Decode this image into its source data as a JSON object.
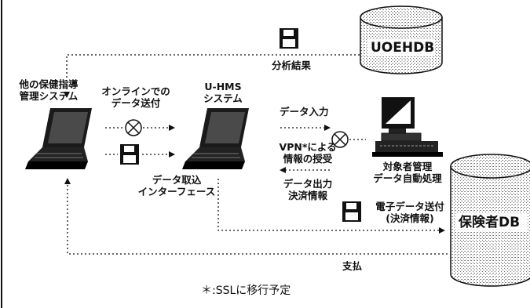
{
  "nodes": {
    "other_system": {
      "line1": "他の保健指導",
      "line2": "管理システム"
    },
    "uhms": {
      "line1": "U-HMS",
      "line2": "システム"
    },
    "uoehdb": {
      "label": "UOEHDB"
    },
    "insurer_db": {
      "label": "保険者DB"
    },
    "subject_mgmt": {
      "line1": "対象者管理",
      "line2": "データ自動処理"
    }
  },
  "labels": {
    "analysis_result": "分析結果",
    "online_send_l1": "オンラインでの",
    "online_send_l2": "データ送付",
    "data_import_l1": "データ取込",
    "data_import_l2": "インターフェース",
    "data_input": "データ入力",
    "vpn_l1": "VPN*による",
    "vpn_l2": "情報の授受",
    "data_output_l1": "データ出力",
    "data_output_l2": "決済情報",
    "e_send_l1": "電子データ送付",
    "e_send_l2": "(決済情報)",
    "payment": "支払",
    "footnote": "＊:SSLに移行予定"
  },
  "colors": {
    "ink": "#111111",
    "stipple": "#8a8a8a",
    "bg": "#ffffff"
  }
}
